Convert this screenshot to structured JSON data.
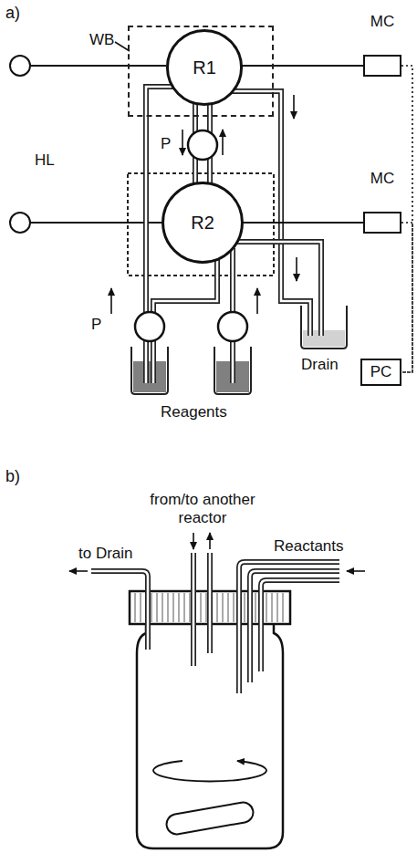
{
  "diagram": {
    "nodes": [
      {
        "text": [
          "WB"
        ]
      },
      {
        "text": [
          "R1"
        ],
        "in": 0
      },
      {
        "text": [
          "MC"
        ]
      },
      {
        "text": [
          "R2"
        ]
      },
      {
        "text": [
          "MC"
        ]
      },
      {
        "text": [
          "PC"
        ]
      }
    ],
    "edges": [
      {
        "from": 1,
        "to": 2,
        "arrow": "none"
      },
      {
        "from": 3,
        "to": 4,
        "arrow": "none"
      },
      {
        "from": 2,
        "to": 5,
        "arrow": "none"
      },
      {
        "from": 4,
        "to": 5,
        "arrow": "none"
      }
    ],
    "labels": [
      "a)",
      "HL",
      "P",
      "P",
      "Drain",
      "Reagents",
      "b)",
      "from/to another reactor",
      "to Drain",
      "Reactants"
    ]
  }
}
